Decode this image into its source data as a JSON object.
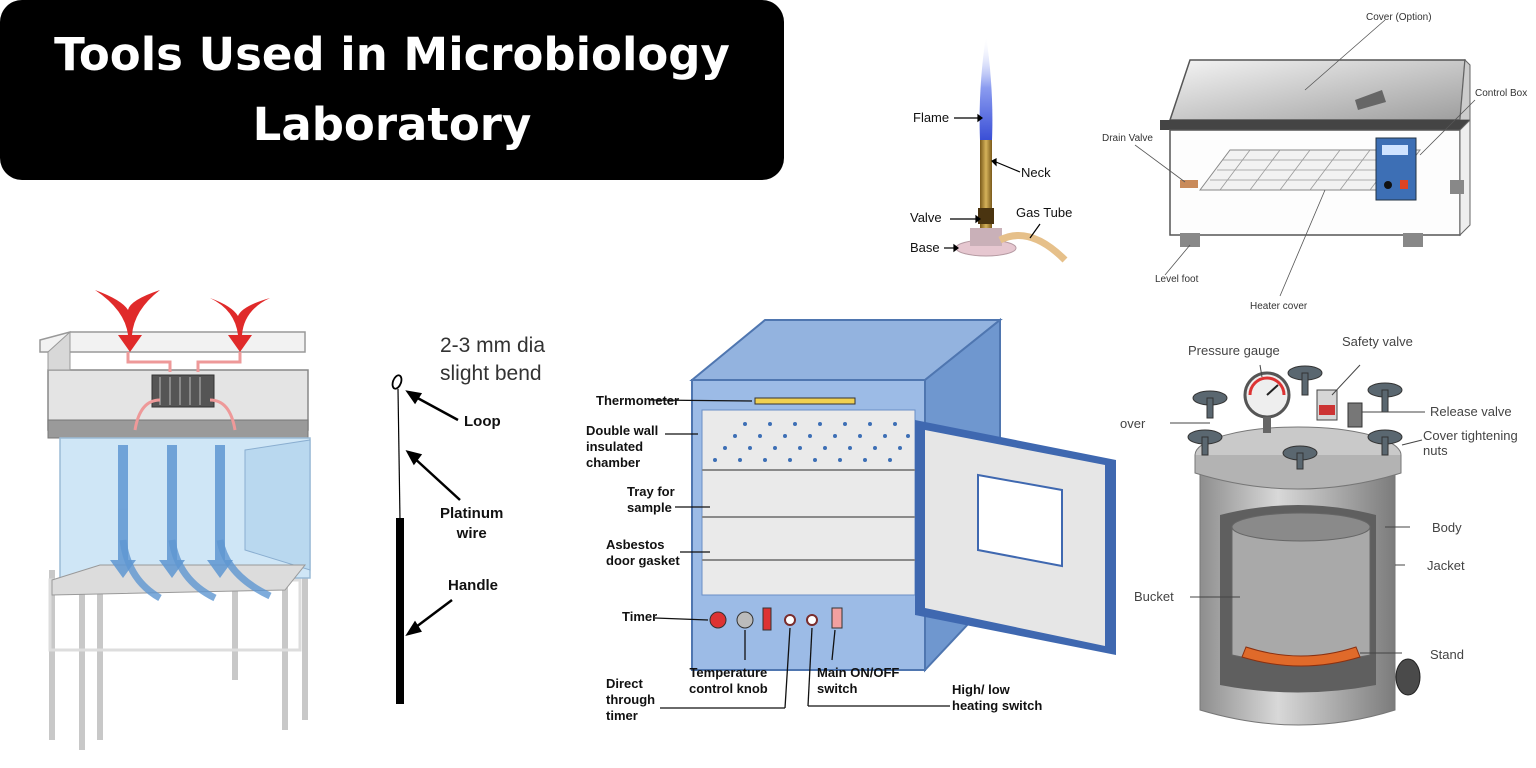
{
  "title": {
    "line1": "Tools Used in Microbiology",
    "line2": "Laboratory"
  },
  "bunsen_burner": {
    "flame": "Flame",
    "neck": "Neck",
    "valve": "Valve",
    "gas_tube": "Gas Tube",
    "base": "Base"
  },
  "water_bath": {
    "cover": "Cover (Option)",
    "control_box": "Control Box",
    "drain_valve": "Drain Valve",
    "level_foot": "Level foot",
    "heater_cover": "Heater cover"
  },
  "inoculating_loop": {
    "dia": "2-3 mm dia",
    "bend": "slight bend",
    "loop": "Loop",
    "platinum1": "Platinum",
    "platinum2": "wire",
    "handle": "Handle"
  },
  "incubator": {
    "thermometer": "Thermometer",
    "chamber1": "Double wall",
    "chamber2": "insulated",
    "chamber3": "chamber",
    "tray1": "Tray for",
    "tray2": "sample",
    "gasket1": "Asbestos",
    "gasket2": "door gasket",
    "timer": "Timer",
    "temp1": "Temperature",
    "temp2": "control knob",
    "main1": "Main ON/OFF",
    "main2": "switch",
    "direct1": "Direct",
    "direct2": "through",
    "direct3": "timer",
    "high1": "High/ low",
    "high2": "heating switch"
  },
  "autoclave": {
    "pressure_gauge": "Pressure gauge",
    "safety_valve": "Safety valve",
    "release_valve": "Release valve",
    "cover": "over",
    "nuts1": "Cover tightening",
    "nuts2": "nuts",
    "body": "Body",
    "jacket": "Jacket",
    "bucket": "Bucket",
    "stand": "Stand"
  }
}
